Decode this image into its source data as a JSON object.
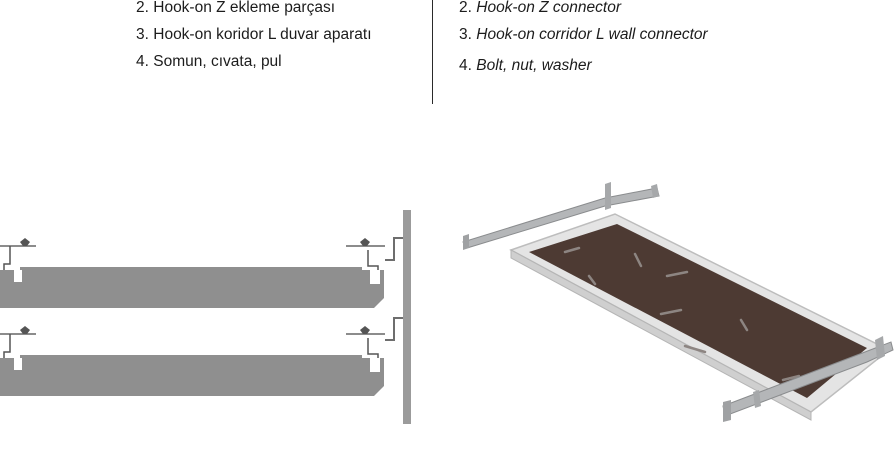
{
  "parts_tr": [
    {
      "number": "2.",
      "text": "Hook-on Z ekleme parçası"
    },
    {
      "number": "3.",
      "text": "Hook-on koridor L duvar aparatı"
    },
    {
      "number": "4.",
      "text": "Somun, cıvata, pul"
    }
  ],
  "parts_en": [
    {
      "number": "2.",
      "text": "Hook-on Z connector"
    },
    {
      "number": "3.",
      "text": "Hook-on corridor L wall connector"
    },
    {
      "number": "4.",
      "text": "Bolt, nut, washer"
    }
  ],
  "colors": {
    "panel": "#8f8f8f",
    "wall": "#9b9b9b",
    "tile_face": "#4d3a33",
    "frame": "#dcdcdc",
    "rail": "#b4b6b8"
  }
}
